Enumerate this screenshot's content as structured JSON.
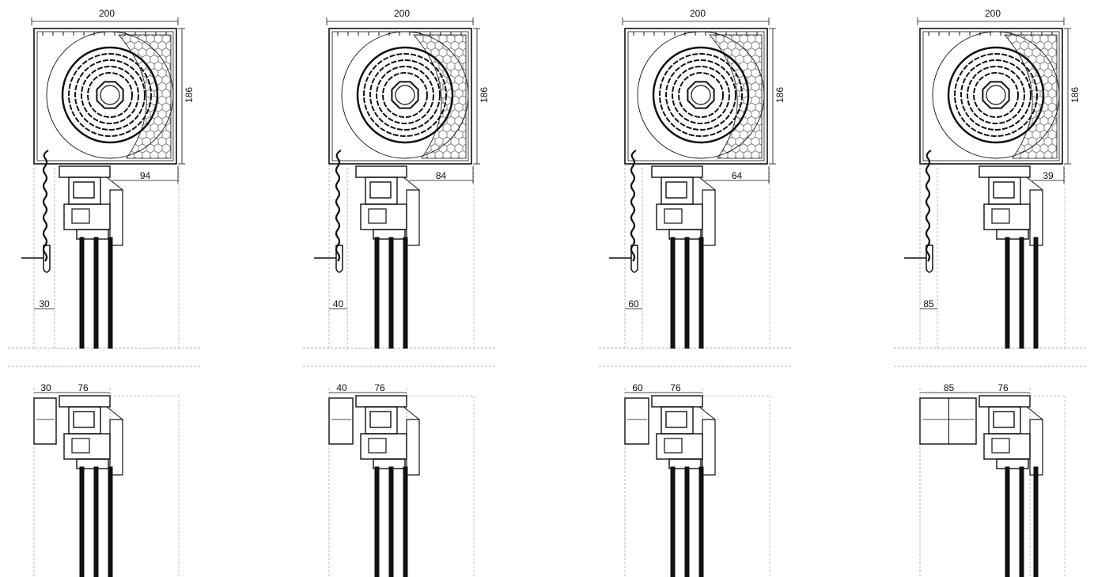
{
  "colors": {
    "line": "#111111",
    "guide": "#9a9a9a",
    "background": "#ffffff"
  },
  "variants": [
    {
      "box_width": "200",
      "box_height": "186",
      "top_offset": "94",
      "bottom_offset": "30",
      "lower_offset": "30",
      "lower_frame": "76"
    },
    {
      "box_width": "200",
      "box_height": "186",
      "top_offset": "84",
      "bottom_offset": "40",
      "lower_offset": "40",
      "lower_frame": "76"
    },
    {
      "box_width": "200",
      "box_height": "186",
      "top_offset": "64",
      "bottom_offset": "60",
      "lower_offset": "60",
      "lower_frame": "76"
    },
    {
      "box_width": "200",
      "box_height": "186",
      "top_offset": "39",
      "bottom_offset": "85",
      "lower_offset": "85",
      "lower_frame": "76"
    }
  ]
}
